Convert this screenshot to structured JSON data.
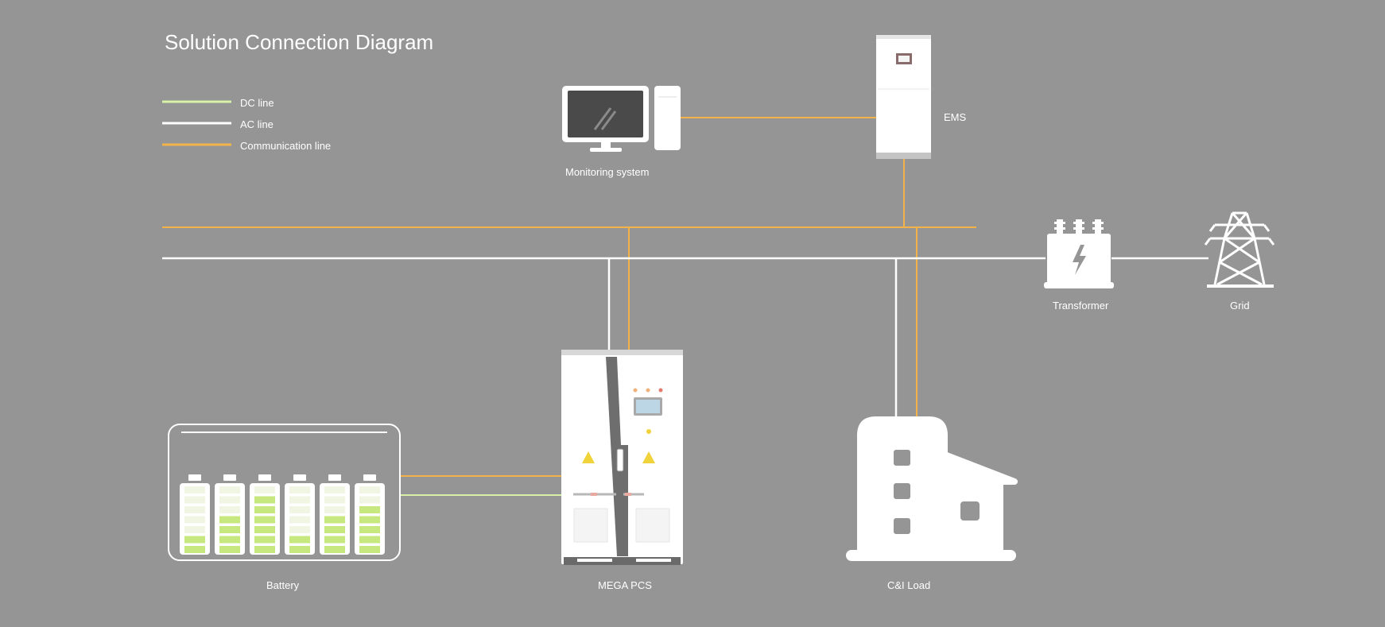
{
  "title": "Solution Connection Diagram",
  "legend": {
    "dc": "DC line",
    "ac": "AC line",
    "comm": "Communication line"
  },
  "colors": {
    "background": "#959595",
    "dc": "#d8f0a8",
    "ac": "#ffffff",
    "comm": "#f3b24a",
    "battery_fill": "#c6e87e",
    "warning": "#f0d23a"
  },
  "nodes": {
    "monitoring": "Monitoring system",
    "ems": "EMS",
    "transformer": "Transformer",
    "grid": "Grid",
    "battery": "Battery",
    "pcs": "MEGA PCS",
    "load": "C&I Load"
  },
  "icons": {
    "monitoring": "desktop-computer-icon",
    "ems": "ems-cabinet-icon",
    "transformer": "transformer-icon",
    "grid": "power-tower-icon",
    "battery": "battery-rack-icon",
    "pcs": "pcs-cabinet-icon",
    "load": "factory-building-icon"
  }
}
